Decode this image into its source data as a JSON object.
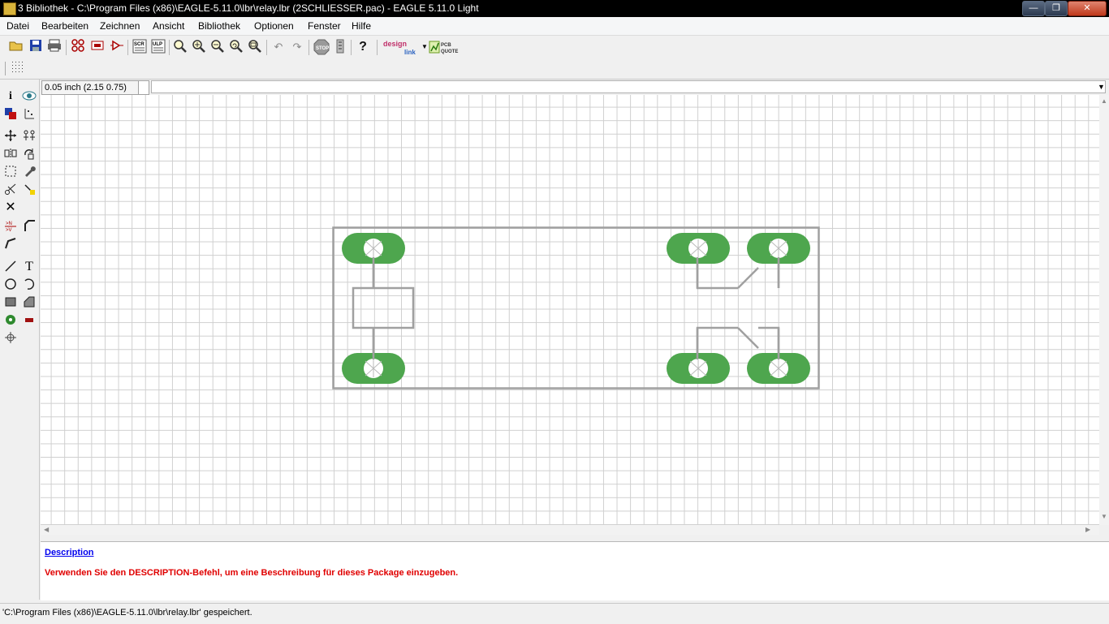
{
  "window": {
    "title": "3 Bibliothek - C:\\Program Files (x86)\\EAGLE-5.11.0\\lbr\\relay.lbr (2SCHLIESSER.pac) - EAGLE 5.11.0 Light",
    "minimize": "—",
    "maximize": "❐",
    "close": "✕"
  },
  "menu": [
    "Datei",
    "Bearbeiten",
    "Zeichnen",
    "Ansicht",
    "Bibliothek",
    "Optionen",
    "Fenster",
    "Hilfe"
  ],
  "toolbar": {
    "open": "open-icon",
    "save": "save-icon",
    "print": "print-icon",
    "zoom_fit": "zoom-fit-icon",
    "zoom_in": "zoom-in-icon",
    "zoom_out": "zoom-out-icon",
    "undo": "↶",
    "redo": "↷",
    "stop": "STOP",
    "help": "?",
    "designlink_a": "design",
    "designlink_b": "link",
    "pcbquote_a": "PCB",
    "pcbquote_b": "QUOTE"
  },
  "commandline": {
    "coordinate": "0.05 inch (2.15 0.75)",
    "value": ""
  },
  "palette": {
    "text_tool": "T"
  },
  "description": {
    "heading": "Description",
    "text": "Verwenden Sie den DESCRIPTION-Befehl, um eine Beschreibung für dieses Package einzugeben."
  },
  "status": {
    "text": "'C:\\Program Files (x86)\\EAGLE-5.11.0\\lbr\\relay.lbr' gespeichert."
  },
  "colors": {
    "pad": "#4ea64e",
    "outline": "#a0a0a0",
    "grid": "#cfcfcf",
    "error_text": "#e00000",
    "link": "#0000ee"
  }
}
